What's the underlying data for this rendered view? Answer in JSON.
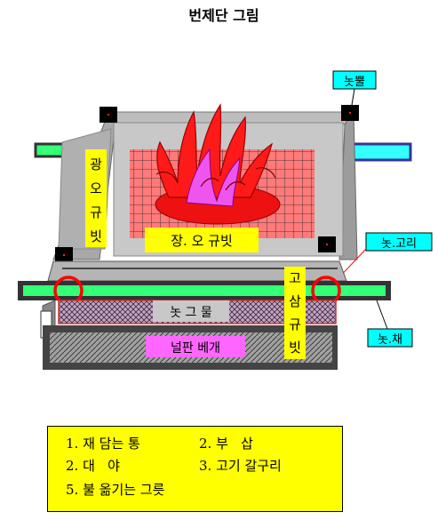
{
  "title": "번제단 그림",
  "labels": {
    "top_right_callout": "놋뿔",
    "left_vertical": [
      "광",
      "오",
      "규",
      "빗"
    ],
    "center_bottom": "장. 오 규빗",
    "right_callout_1": "놋.고리",
    "right_vertical": [
      "고",
      "삼",
      "규",
      "빗"
    ],
    "grate": "놋 그 물",
    "base": "널판 베개",
    "right_callout_2": "놋.채"
  },
  "legend": {
    "items": [
      "1. 재 담는 통",
      "2. 부   삽",
      "2. 대   야",
      "3. 고기 갈구리",
      "5. 불 옮기는 그릇"
    ]
  },
  "colors": {
    "frame_gray": "#9a9a9a",
    "inner_gray": "#c8c8c8",
    "grid_red": "#ff6f6f",
    "fire_red": "#ff0000",
    "pole_green": "#33ff77",
    "callout_cyan": "#00ffff",
    "pink_label": "#ff66ff",
    "legend_yellow": "#ffff00"
  }
}
